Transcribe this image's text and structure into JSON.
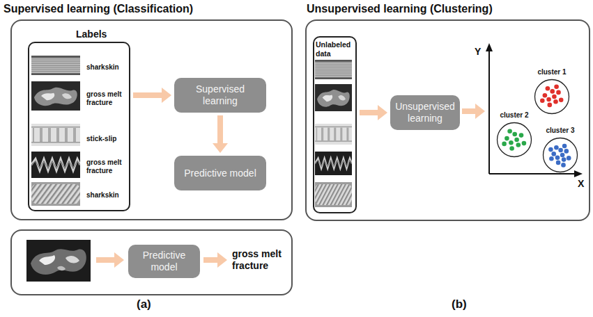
{
  "diagram": {
    "nodes": [
      {
        "text": [
          "Supervised learning (Classification)"
        ]
      },
      {
        "text": [
          "Labels",
          "sharkskin",
          "gross melt fracture",
          "stick-slip",
          "gross melt fracture",
          "sharkskin"
        ],
        "in": 0
      },
      {
        "text": [
          "Supervised learning"
        ],
        "in": 0
      },
      {
        "text": [
          "Predictive model"
        ],
        "in": 0
      },
      {
        "text": [
          "gross melt fracture"
        ]
      },
      {
        "text": [
          "Predictive model"
        ],
        "in": 4
      },
      {
        "text": [
          "Unsupervised learning (Clustering)"
        ]
      },
      {
        "text": [
          "Unlabeled data"
        ],
        "in": 6
      },
      {
        "text": [
          "Unsupervised learning"
        ],
        "in": 6
      },
      {
        "text": [
          "cluster 1"
        ],
        "in": 6
      },
      {
        "text": [
          "cluster 2"
        ],
        "in": 6
      },
      {
        "text": [
          "cluster 3"
        ],
        "in": 6
      }
    ],
    "edges": [
      {
        "from": 1,
        "to": 2,
        "arrow": "to"
      },
      {
        "from": 2,
        "to": 3,
        "arrow": "to"
      },
      {
        "from": 7,
        "to": 8,
        "arrow": "to"
      }
    ],
    "labels": [
      "(a)",
      "(b)",
      "Y",
      "X"
    ]
  }
}
